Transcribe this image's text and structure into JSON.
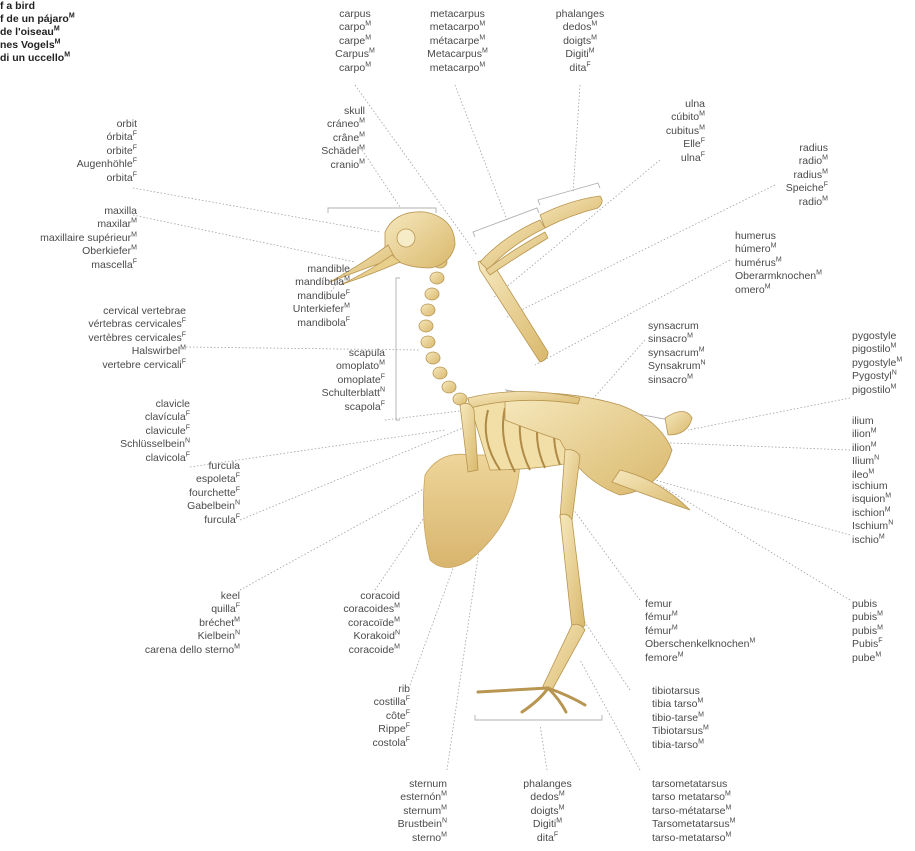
{
  "title": {
    "lines": [
      "f a bird",
      "f de un pájaro",
      "de l'oiseau",
      "nes Vogels",
      "di un uccello"
    ],
    "sups": [
      "",
      "M",
      "M",
      "M",
      "M"
    ]
  },
  "colors": {
    "bone_light": "#f3e3b0",
    "bone_mid": "#e2c27a",
    "bone_dark": "#b89550",
    "leader": "#9a9a9a",
    "text": "#4a4a4a"
  },
  "labels": {
    "carpus": {
      "lines": [
        "carpus",
        "carpo",
        "carpe",
        "Carpus",
        "carpo"
      ],
      "sups": [
        "",
        "M",
        "M",
        "M",
        "M"
      ]
    },
    "metacarpus": {
      "lines": [
        "metacarpus",
        "metacarpo",
        "métacarpe",
        "Metacarpus",
        "metacarpo"
      ],
      "sups": [
        "",
        "M",
        "M",
        "M",
        "M"
      ]
    },
    "phalanges_top": {
      "lines": [
        "phalanges",
        "dedos",
        "doigts",
        "Digiti",
        "dita"
      ],
      "sups": [
        "",
        "M",
        "M",
        "M",
        "F"
      ]
    },
    "skull": {
      "lines": [
        "skull",
        "cráneo",
        "crâne",
        "Schädel",
        "cranio"
      ],
      "sups": [
        "",
        "M",
        "M",
        "M",
        "M"
      ]
    },
    "ulna": {
      "lines": [
        "ulna",
        "cúbito",
        "cubitus",
        "Elle",
        "ulna"
      ],
      "sups": [
        "",
        "M",
        "M",
        "F",
        "F"
      ]
    },
    "radius": {
      "lines": [
        "radius",
        "radio",
        "radius",
        "Speiche",
        "radio"
      ],
      "sups": [
        "",
        "M",
        "M",
        "F",
        "M"
      ]
    },
    "orbit": {
      "lines": [
        "orbit",
        "órbita",
        "orbite",
        "Augenhöhle",
        "orbita"
      ],
      "sups": [
        "",
        "F",
        "F",
        "F",
        "F"
      ]
    },
    "maxilla": {
      "lines": [
        "maxilla",
        "maxilar",
        "maxillaire supérieur",
        "Oberkiefer",
        "mascella"
      ],
      "sups": [
        "",
        "M",
        "M",
        "M",
        "F"
      ]
    },
    "mandible": {
      "lines": [
        "mandible",
        "mandíbula",
        "mandibule",
        "Unterkiefer",
        "mandibola"
      ],
      "sups": [
        "",
        "M",
        "F",
        "M",
        "F"
      ]
    },
    "humerus": {
      "lines": [
        "humerus",
        "húmero",
        "humérus",
        "Oberarmknochen",
        "omero"
      ],
      "sups": [
        "",
        "M",
        "M",
        "M",
        "M"
      ]
    },
    "cervical": {
      "lines": [
        "cervical vertebrae",
        "vértebras cervicales",
        "vertèbres cervicales",
        "Halswirbel",
        "vertebre cervicali"
      ],
      "sups": [
        "",
        "F",
        "F",
        "M",
        "F"
      ]
    },
    "scapula": {
      "lines": [
        "scapula",
        "omoplato",
        "omoplate",
        "Schulterblatt",
        "scapola"
      ],
      "sups": [
        "",
        "M",
        "F",
        "N",
        "F"
      ]
    },
    "synsacrum": {
      "lines": [
        "synsacrum",
        "sinsacro",
        "synsacrum",
        "Synsakrum",
        "sinsacro"
      ],
      "sups": [
        "",
        "M",
        "M",
        "N",
        "M"
      ]
    },
    "pygostyle": {
      "lines": [
        "pygostyle",
        "pigostilo",
        "pygostyle",
        "Pygostyl",
        "pigostilo"
      ],
      "sups": [
        "",
        "M",
        "M",
        "N",
        "M"
      ]
    },
    "clavicle": {
      "lines": [
        "clavicle",
        "clavícula",
        "clavicule",
        "Schlüsselbein",
        "clavicola"
      ],
      "sups": [
        "",
        "F",
        "F",
        "N",
        "F"
      ]
    },
    "ilium": {
      "lines": [
        "ilium",
        "ilion",
        "ilion",
        "Ilium",
        "ileo"
      ],
      "sups": [
        "",
        "M",
        "M",
        "N",
        "M"
      ]
    },
    "furcula": {
      "lines": [
        "furcula",
        "espoleta",
        "fourchette",
        "Gabelbein",
        "furcula"
      ],
      "sups": [
        "",
        "F",
        "F",
        "N",
        "F"
      ]
    },
    "ischium": {
      "lines": [
        "ischium",
        "isquion",
        "ischion",
        "Ischium",
        "ischio"
      ],
      "sups": [
        "",
        "M",
        "M",
        "N",
        "M"
      ]
    },
    "keel": {
      "lines": [
        "keel",
        "quilla",
        "bréchet",
        "Kielbein",
        "carena dello sterno"
      ],
      "sups": [
        "",
        "F",
        "M",
        "N",
        "M"
      ]
    },
    "coracoid": {
      "lines": [
        "coracoid",
        "coracoides",
        "coracoïde",
        "Korakoid",
        "coracoide"
      ],
      "sups": [
        "",
        "M",
        "M",
        "N",
        "M"
      ]
    },
    "femur": {
      "lines": [
        "femur",
        "fémur",
        "fémur",
        "Oberschenkelknochen",
        "femore"
      ],
      "sups": [
        "",
        "M",
        "M",
        "M",
        "M"
      ]
    },
    "pubis": {
      "lines": [
        "pubis",
        "pubis",
        "pubis",
        "Pubis",
        "pube"
      ],
      "sups": [
        "",
        "M",
        "M",
        "F",
        "M"
      ]
    },
    "rib": {
      "lines": [
        "rib",
        "costilla",
        "côte",
        "Rippe",
        "costola"
      ],
      "sups": [
        "",
        "F",
        "F",
        "F",
        "F"
      ]
    },
    "tibiotarsus": {
      "lines": [
        "tibiotarsus",
        "tibia tarso",
        "tibio-tarse",
        "Tibiotarsus",
        "tibia-tarso"
      ],
      "sups": [
        "",
        "M",
        "M",
        "M",
        "M"
      ]
    },
    "sternum": {
      "lines": [
        "sternum",
        "esternón",
        "sternum",
        "Brustbein",
        "sterno"
      ],
      "sups": [
        "",
        "M",
        "M",
        "N",
        "M"
      ]
    },
    "phalanges_bottom": {
      "lines": [
        "phalanges",
        "dedos",
        "doigts",
        "Digiti",
        "dita"
      ],
      "sups": [
        "",
        "M",
        "M",
        "M",
        "F"
      ]
    },
    "tarsometatarsus": {
      "lines": [
        "tarsometatarsus",
        "tarso metatarso",
        "tarso-métatarse",
        "Tarsometatarsus",
        "tarso-metatarso"
      ],
      "sups": [
        "",
        "M",
        "M",
        "M",
        "M"
      ]
    }
  }
}
